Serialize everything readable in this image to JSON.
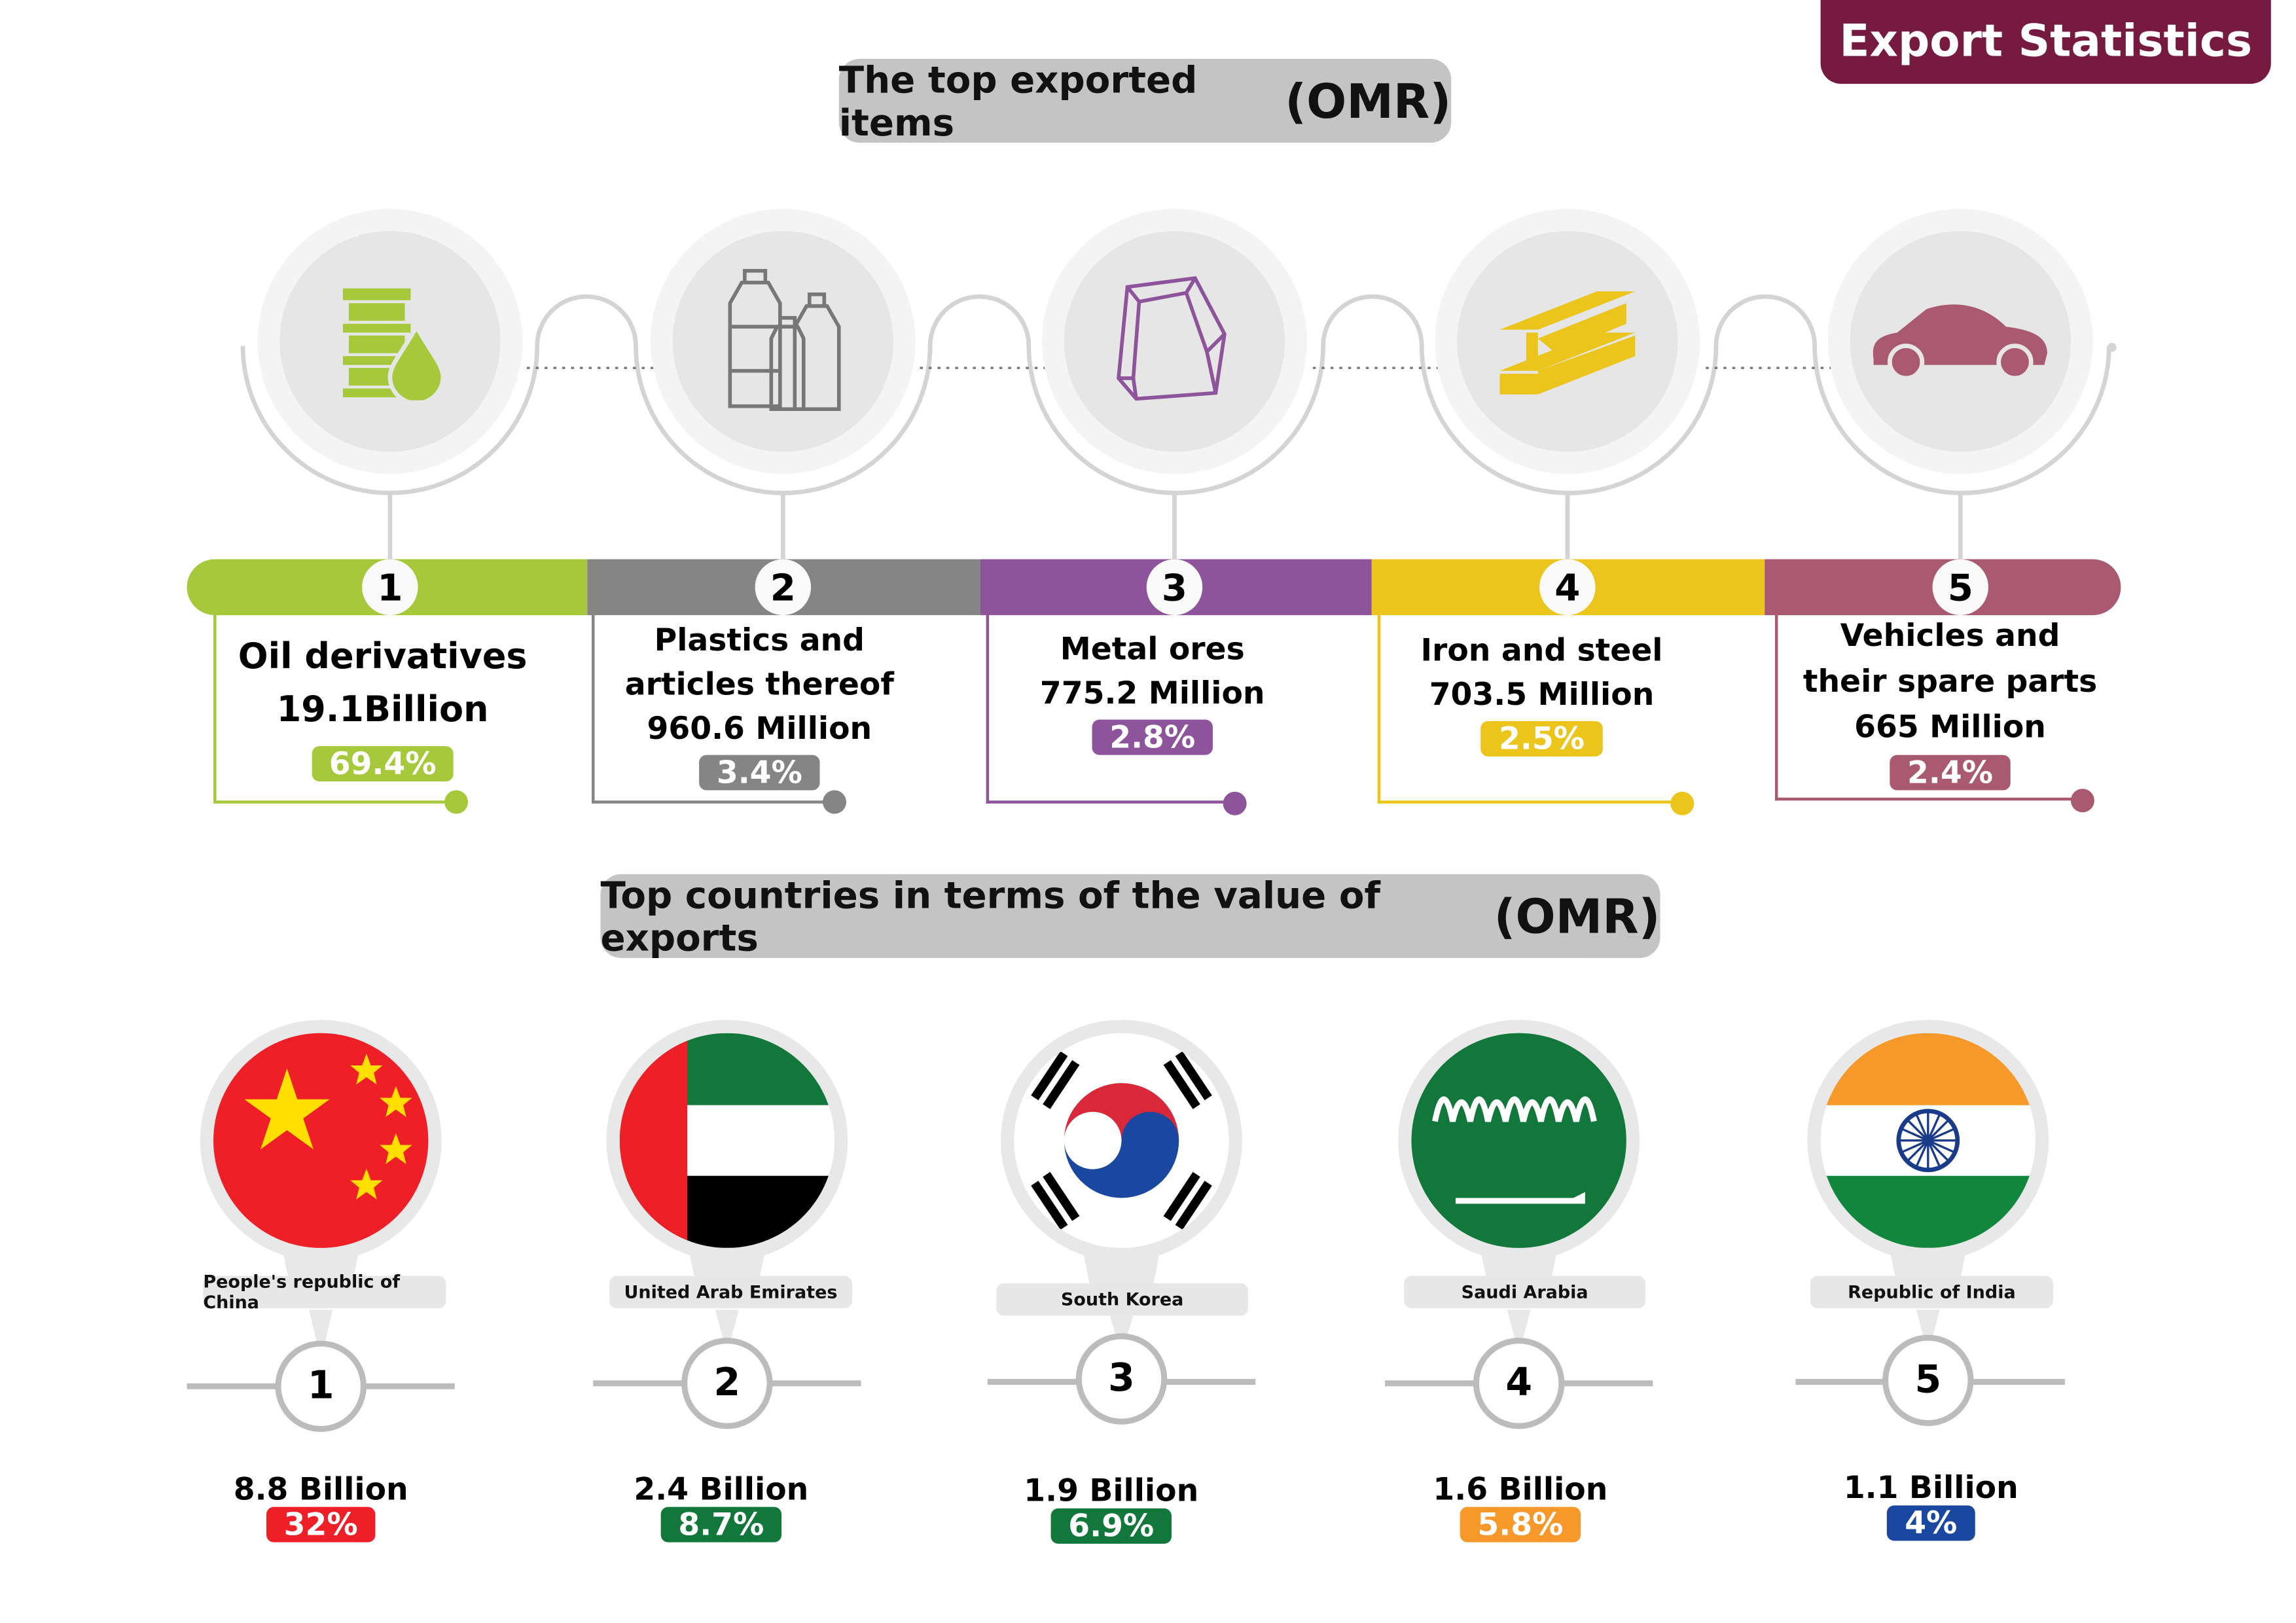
{
  "header": {
    "badge": "Export Statistics"
  },
  "items_section": {
    "title": "The top exported items ",
    "unit": "(OMR)"
  },
  "items": [
    {
      "rank": "1",
      "name": "Oil derivatives",
      "value": "19.1Billion",
      "percent": "69.4%",
      "color": "#a5c93a",
      "icon": "oil-barrel-icon"
    },
    {
      "rank": "2",
      "name": "Plastics and articles thereof",
      "value": "960.6 Million",
      "percent": "3.4%",
      "color": "#858585",
      "icon": "plastic-bottles-icon"
    },
    {
      "rank": "3",
      "name": "Metal ores",
      "value": "775.2 Million",
      "percent": "2.8%",
      "color": "#8e549b",
      "icon": "ore-rock-icon"
    },
    {
      "rank": "4",
      "name": "Iron and steel",
      "value": "703.5 Million",
      "percent": "2.5%",
      "color": "#ebc41c",
      "icon": "steel-beam-icon"
    },
    {
      "rank": "5",
      "name": "Vehicles and their spare parts",
      "value": "665 Million",
      "percent": "2.4%",
      "color": "#a95a70",
      "icon": "car-icon"
    }
  ],
  "countries_section": {
    "title": "Top countries in terms of the value of exports ",
    "unit": "(OMR)"
  },
  "countries": [
    {
      "rank": "1",
      "name": "People's republic of China",
      "value": "8.8 Billion",
      "percent": "32%",
      "color": "#ee1f26"
    },
    {
      "rank": "2",
      "name": "United Arab Emirates",
      "value": "2.4 Billion",
      "percent": "8.7%",
      "color": "#11773b"
    },
    {
      "rank": "3",
      "name": "South Korea",
      "value": "1.9 Billion",
      "percent": "6.9%",
      "color": "#11773b"
    },
    {
      "rank": "4",
      "name": "Saudi Arabia",
      "value": "1.6 Billion",
      "percent": "5.8%",
      "color": "#f6992a"
    },
    {
      "rank": "5",
      "name": "Republic of India",
      "value": "1.1 Billion",
      "percent": "4%",
      "color": "#1a47a0"
    }
  ]
}
